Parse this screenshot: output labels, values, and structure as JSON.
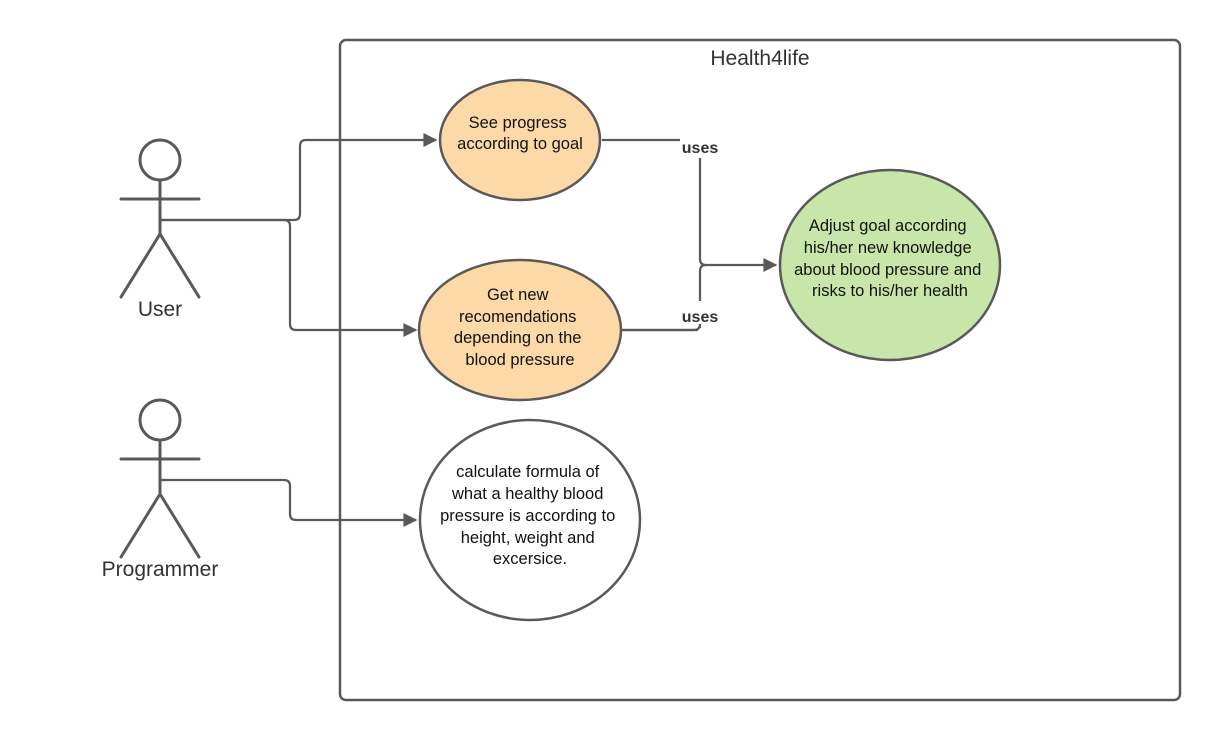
{
  "system": {
    "title": "Health4life"
  },
  "actors": {
    "user": {
      "label": "User"
    },
    "programmer": {
      "label": "Programmer"
    }
  },
  "use_cases": {
    "see_progress": {
      "lines": [
        "See progress",
        "according to goal"
      ],
      "color": "#fdd9a8"
    },
    "recommendations": {
      "lines": [
        "Get new",
        "recomendations",
        "depending on the",
        "blood pressure"
      ],
      "color": "#fdd9a8"
    },
    "adjust_goal": {
      "lines": [
        "Adjust goal according",
        "his/her new knowledge",
        "about blood pressure and",
        "risks to his/her health"
      ],
      "color": "#c8e6a9"
    },
    "calculate": {
      "lines": [
        "calculate formula of",
        "what a healthy blood",
        "pressure is according to",
        "height, weight and",
        "excersice."
      ],
      "color": "#ffffff"
    }
  },
  "relations": {
    "uses_top": "uses",
    "uses_bottom": "uses"
  },
  "colors": {
    "stroke": "#595959",
    "orange": "#fdd9a8",
    "green": "#c8e6a9"
  }
}
